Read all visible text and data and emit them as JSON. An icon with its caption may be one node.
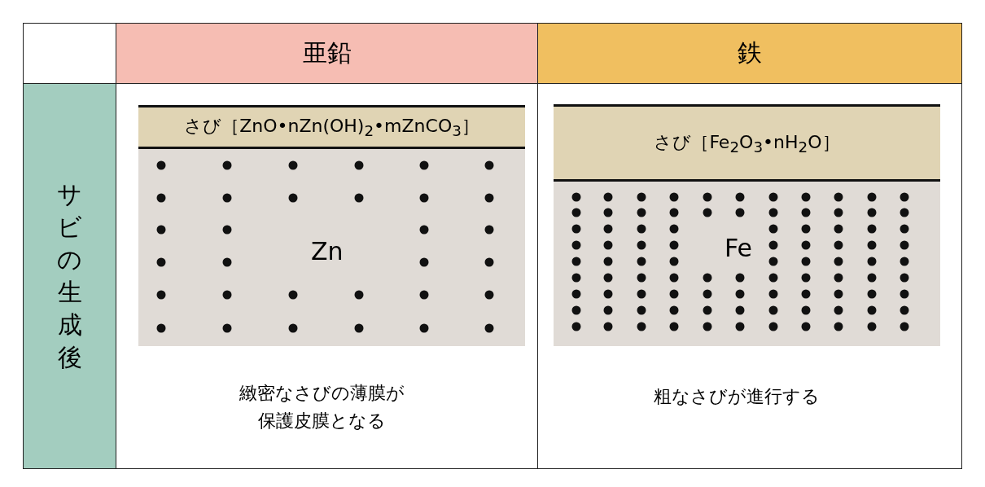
{
  "diagram": {
    "nodes": [
      {
        "text": [
          "さび［ZnO•nZn(OH)$_{2}$•mZnCO$_{3}$］"
        ]
      },
      {
        "text": [
          "Zn"
        ]
      },
      {
        "text": [
          "さび［Fe$_{2}$O$_{3}$•nH$_{2}$O］"
        ]
      },
      {
        "text": [
          "Fe"
        ]
      }
    ],
    "edges": [],
    "labels": [
      "亜鉛",
      "鉄",
      "サビの生成後",
      "緻密なさびの薄膜が保護皮膜となる",
      "粗なさびが進行する"
    ]
  }
}
